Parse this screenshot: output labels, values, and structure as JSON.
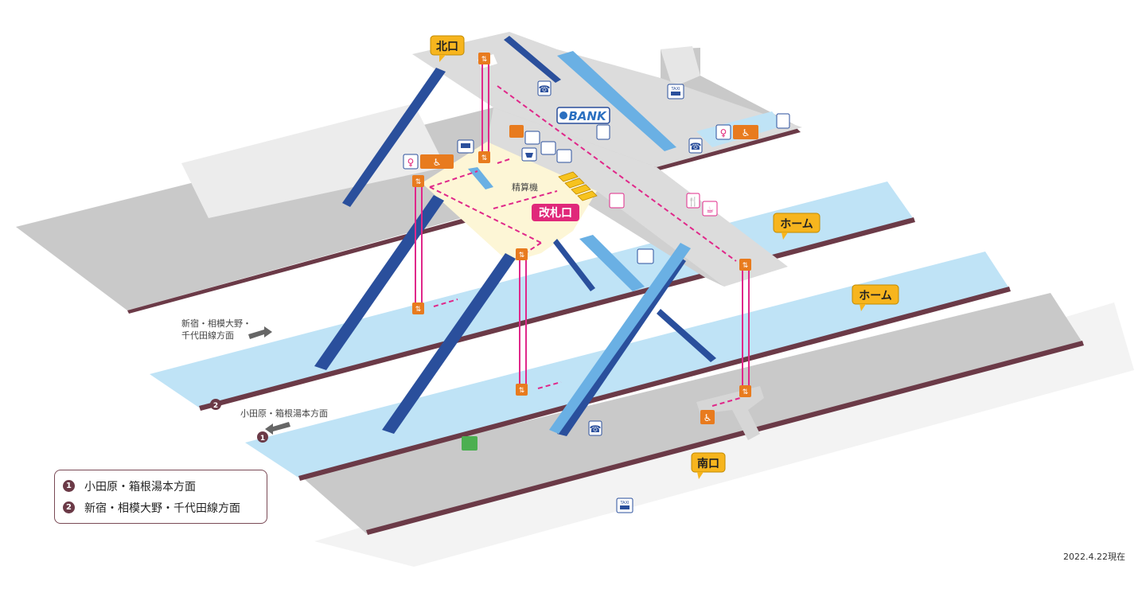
{
  "labels": {
    "north_exit": "北口",
    "south_exit": "南口",
    "ticket_gate": "改札口",
    "fare_adjust": "精算機",
    "platform_upper": "ホーム",
    "platform_lower": "ホーム",
    "bank": "BANK",
    "direction_upper_line1": "新宿・相模大野・",
    "direction_upper_line2": "千代田線方面",
    "direction_lower": "小田原・箱根湯本方面",
    "platform_num_1": "❶",
    "platform_num_2": "❷"
  },
  "legend": [
    {
      "num": "❶",
      "text": "小田原・箱根湯本方面"
    },
    {
      "num": "❷",
      "text": "新宿・相模大野・千代田線方面"
    }
  ],
  "date": "2022.4.22現在",
  "colors": {
    "platform": "#bfe3f6",
    "ground": "#c8c8c8",
    "concourse": "#dcdcdc",
    "gate_area": "#fdf6d6",
    "stairs": "#2a4f9c",
    "escalator": "#6ab0e4",
    "route": "#e0288a",
    "elevator": "#e87b1e",
    "callout": "#f7b51e",
    "gate_badge": "#e0287a",
    "track_edge": "#6b3a47"
  },
  "icons": [
    "elevator-icon",
    "toilet-icon",
    "accessible-toilet-icon",
    "bus-icon",
    "phone-icon",
    "taxi-icon",
    "bank-icon",
    "atm-icon",
    "restaurant-icon",
    "cafe-icon",
    "locker-icon",
    "shop-icon",
    "wheelchair-icon",
    "ticket-machine-icon",
    "info-icon",
    "coin-locker-icon"
  ]
}
